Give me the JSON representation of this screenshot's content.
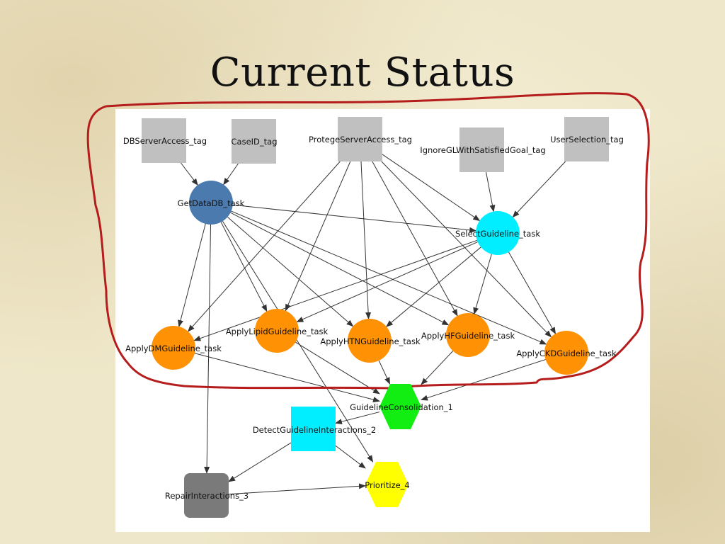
{
  "slide": {
    "title": "Current Status"
  },
  "colors": {
    "tag": "#c0c0c0",
    "data_task": "#4a7aae",
    "select_task": "#00eeff",
    "guideline_task": "#ff9105",
    "consolidation": "#12ee12",
    "detect": "#00eeff",
    "repair": "#7a7a7a",
    "prioritize": "#ffff00",
    "highlight_outline": "#b51c1c",
    "edge": "#333333"
  },
  "nodes": {
    "db_server_access_tag": {
      "label": "DBServerAccess_tag",
      "shape": "square"
    },
    "case_id_tag": {
      "label": "CaseID_tag",
      "shape": "square"
    },
    "protege_server_access_tag": {
      "label": "ProtegeServerAccess_tag",
      "shape": "square"
    },
    "ignore_gl_tag": {
      "label": "IgnoreGLWithSatisfiedGoal_tag",
      "shape": "square"
    },
    "user_selection_tag": {
      "label": "UserSelection_tag",
      "shape": "square"
    },
    "get_data_db_task": {
      "label": "GetDataDB_task",
      "shape": "circle"
    },
    "select_guideline_task": {
      "label": "SelectGuideline_task",
      "shape": "circle"
    },
    "apply_dm_guideline_task": {
      "label": "ApplyDMGuideline_task",
      "shape": "circle"
    },
    "apply_lipid_guideline_task": {
      "label": "ApplyLipidGuideline_task",
      "shape": "circle"
    },
    "apply_htn_guideline_task": {
      "label": "ApplyHTNGuideline_task",
      "shape": "circle"
    },
    "apply_hf_guideline_task": {
      "label": "ApplyHFGuideline_task",
      "shape": "circle"
    },
    "apply_ckd_guideline_task": {
      "label": "ApplyCKDGuideline_task",
      "shape": "circle"
    },
    "guideline_consolidation_1": {
      "label": "GuidelineConsolidation_1",
      "shape": "hexagon"
    },
    "detect_guideline_interactions_2": {
      "label": "DetectGuidelineInteractions_2",
      "shape": "square"
    },
    "repair_interactions_3": {
      "label": "RepairInteractions_3",
      "shape": "rounded-square"
    },
    "prioritize_4": {
      "label": "Prioritize_4",
      "shape": "hexagon"
    }
  },
  "edges": [
    [
      "db_server_access_tag",
      "get_data_db_task"
    ],
    [
      "case_id_tag",
      "get_data_db_task"
    ],
    [
      "protege_server_access_tag",
      "select_guideline_task"
    ],
    [
      "protege_server_access_tag",
      "apply_dm_guideline_task"
    ],
    [
      "protege_server_access_tag",
      "apply_lipid_guideline_task"
    ],
    [
      "protege_server_access_tag",
      "apply_htn_guideline_task"
    ],
    [
      "protege_server_access_tag",
      "apply_hf_guideline_task"
    ],
    [
      "protege_server_access_tag",
      "apply_ckd_guideline_task"
    ],
    [
      "ignore_gl_tag",
      "select_guideline_task"
    ],
    [
      "user_selection_tag",
      "select_guideline_task"
    ],
    [
      "get_data_db_task",
      "select_guideline_task"
    ],
    [
      "get_data_db_task",
      "apply_dm_guideline_task"
    ],
    [
      "get_data_db_task",
      "apply_lipid_guideline_task"
    ],
    [
      "get_data_db_task",
      "apply_htn_guideline_task"
    ],
    [
      "get_data_db_task",
      "apply_hf_guideline_task"
    ],
    [
      "get_data_db_task",
      "apply_ckd_guideline_task"
    ],
    [
      "get_data_db_task",
      "repair_interactions_3"
    ],
    [
      "get_data_db_task",
      "prioritize_4"
    ],
    [
      "select_guideline_task",
      "apply_dm_guideline_task"
    ],
    [
      "select_guideline_task",
      "apply_lipid_guideline_task"
    ],
    [
      "select_guideline_task",
      "apply_htn_guideline_task"
    ],
    [
      "select_guideline_task",
      "apply_hf_guideline_task"
    ],
    [
      "select_guideline_task",
      "apply_ckd_guideline_task"
    ],
    [
      "apply_dm_guideline_task",
      "guideline_consolidation_1"
    ],
    [
      "apply_lipid_guideline_task",
      "guideline_consolidation_1"
    ],
    [
      "apply_htn_guideline_task",
      "guideline_consolidation_1"
    ],
    [
      "apply_hf_guideline_task",
      "guideline_consolidation_1"
    ],
    [
      "apply_ckd_guideline_task",
      "guideline_consolidation_1"
    ],
    [
      "guideline_consolidation_1",
      "detect_guideline_interactions_2"
    ],
    [
      "detect_guideline_interactions_2",
      "repair_interactions_3"
    ],
    [
      "repair_interactions_3",
      "prioritize_4"
    ],
    [
      "detect_guideline_interactions_2",
      "prioritize_4"
    ]
  ]
}
